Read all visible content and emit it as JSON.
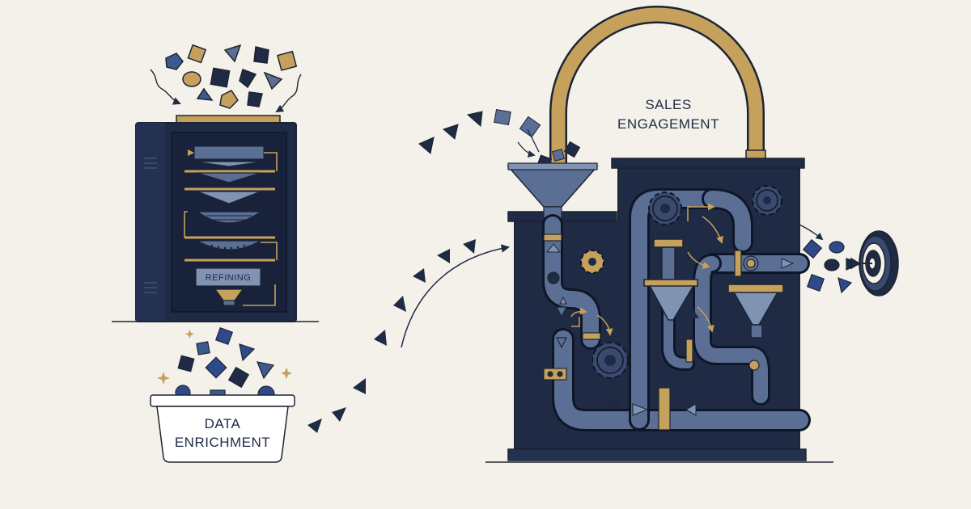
{
  "labels": {
    "refining": "REFINING",
    "data_line1": "DATA",
    "data_line2": "ENRICHMENT",
    "sales_line1": "SALES",
    "sales_line2": "ENGAGEMENT"
  },
  "colors": {
    "background": "#f4f1ea",
    "navy": "#1f2a44",
    "navy_dark": "#18223a",
    "steel": "#5b6f94",
    "steel_light": "#8193b3",
    "gold": "#c6a15b",
    "blue": "#2f4a8a",
    "outline": "#1d2433"
  },
  "icons": [
    "data-chunks",
    "refinery-tower",
    "funnel",
    "sieve",
    "gear",
    "pipe",
    "valve",
    "arrow",
    "target"
  ]
}
